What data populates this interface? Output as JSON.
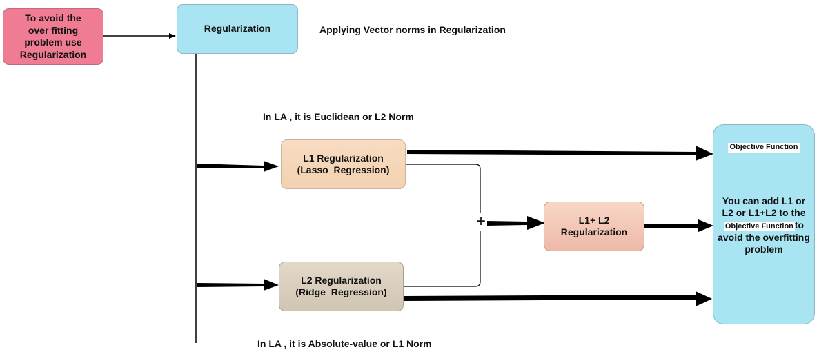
{
  "diagram": {
    "start_box": {
      "lines": [
        "To avoid the",
        "over fitting",
        "problem use",
        "Regularization"
      ]
    },
    "regularization_box": {
      "label": "Regularization"
    },
    "heading": "Applying Vector norms in Regularization",
    "note_top": "In LA , it is Euclidean or L2 Norm",
    "note_bottom": "In LA , it is Absolute-value or L1 Norm",
    "l1_box": {
      "line1": "L1 Regularization",
      "line2": "(Lasso  Regression)"
    },
    "l2_box": {
      "line1": "L2 Regularization",
      "line2": "(Ridge  Regression)"
    },
    "combined_box": {
      "line1": "L1+ L2",
      "line2": "Regularization"
    },
    "plus_sign": "+",
    "objective_box": {
      "title": "Objective Function",
      "text_line1": "You can add L1 or",
      "text_line2": "L2 or L1+L2 to the",
      "inline_label": "Objective Function",
      "text_to": "to",
      "text_line4": "avoid the overfitting",
      "text_line5": "problem"
    },
    "colors": {
      "start_fill": "#f07c93",
      "regularization_fill": "#a8e4f1",
      "l1_fill": "#f6d9bd",
      "l2_fill": "#dcd2c1",
      "combined_fill": "#f3c8b6",
      "objective_fill": "#a8e4f1",
      "arrow": "#000000"
    }
  }
}
